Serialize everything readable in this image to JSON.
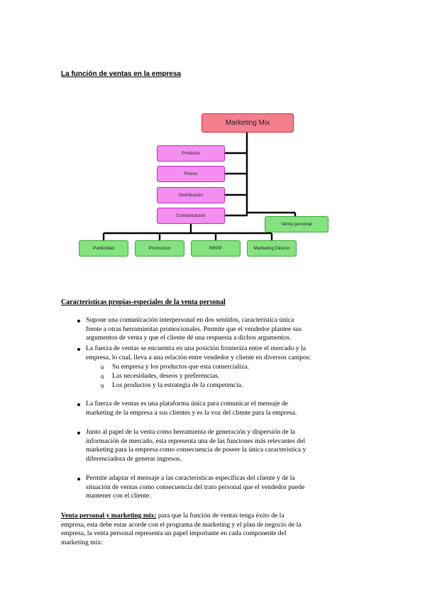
{
  "doc": {
    "title": "La función de ventas en la empresa",
    "diagram": {
      "root": "Marketing Mix",
      "components": [
        "Producto",
        "Precio",
        "Distribución",
        "Comunicación"
      ],
      "side": "Venta personal",
      "bottom": [
        "Publicidad",
        "Promocion",
        "RRPP",
        "Marketing Directo"
      ]
    },
    "section_heading": "Características propias-especiales de la venta personal",
    "bullets": [
      [
        "Supone una comunicación interpersonal en dos sentidos, característica única",
        "frente a otras herramientas promocionales. Permite que el vendedor plantee sus",
        "argumentos de venta y que el cliente dé una respuesta a dichos argumentos."
      ],
      [
        "La fuerza de ventas se encuentra en una posición fronteriza entre el mercado y la",
        "empresa, lo cual, lleva a una relación entre vendedor y cliente en diversos campos:"
      ],
      [
        "La fuerza de ventas es una plataforma única para comunicar el mensaje de",
        "marketing de la empresa a sus clientes y es la voz del cliente para la empresa."
      ],
      [
        "Junto al papel de la venta como herramienta de generación y dispersión de la",
        "información de mercado, esta representa una de las funciones más relevantes del",
        "marketing para la empresa como consecuencia de poseer la única característica y",
        "diferenciadora de generar ingresos."
      ],
      [
        "Permite adaptar el mensaje a las características específicas del cliente y de la",
        "situación de ventas como consecuencia del trato personal que el vendedor puede",
        "mantener con el cliente."
      ]
    ],
    "subitems": [
      "Su empresa y los productos que esta comercializa.",
      "Las necesidades, deseos y preferencias.",
      "Los productos y la estrategia de la competencia."
    ],
    "sub_marker": "o",
    "final_label": "Venta personal y marketing mix:",
    "final_lines": [
      " para que la función de ventas tenga éxito de la",
      "empresa, esta debe estar acorde con el programa de marketing y el plan de negocio de la",
      "empresa, la venta personal representa un papel importante en cada componente del",
      "marketing mix:"
    ]
  }
}
